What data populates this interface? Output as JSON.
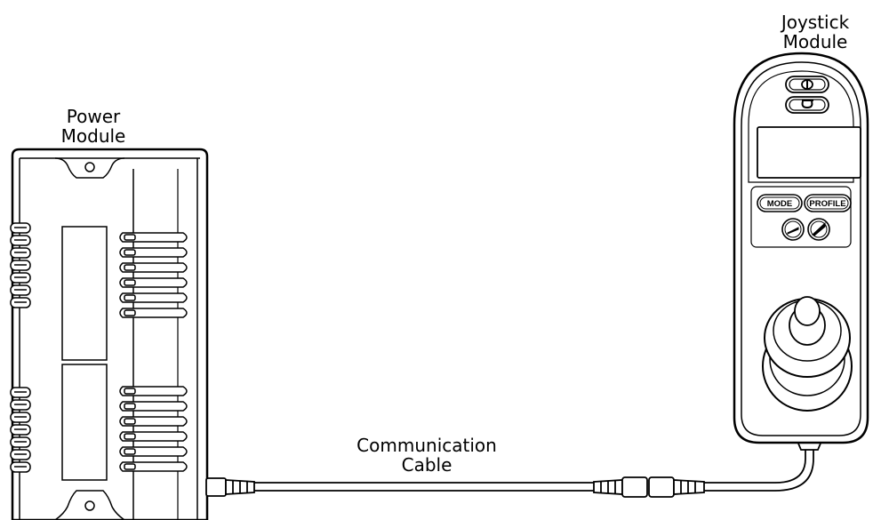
{
  "labels": {
    "power_module": [
      "Power",
      "Module"
    ],
    "joystick_module": [
      "Joystick",
      "Module"
    ],
    "communication_cable": [
      "Communication",
      "Cable"
    ]
  },
  "joystick_buttons": {
    "mode": "MODE",
    "profile": "PROFILE"
  },
  "icons": [
    "power-icon",
    "horn-icon",
    "speed-decrease-icon",
    "speed-increase-icon"
  ],
  "colors": {
    "line": "#000000",
    "background": "#ffffff"
  }
}
